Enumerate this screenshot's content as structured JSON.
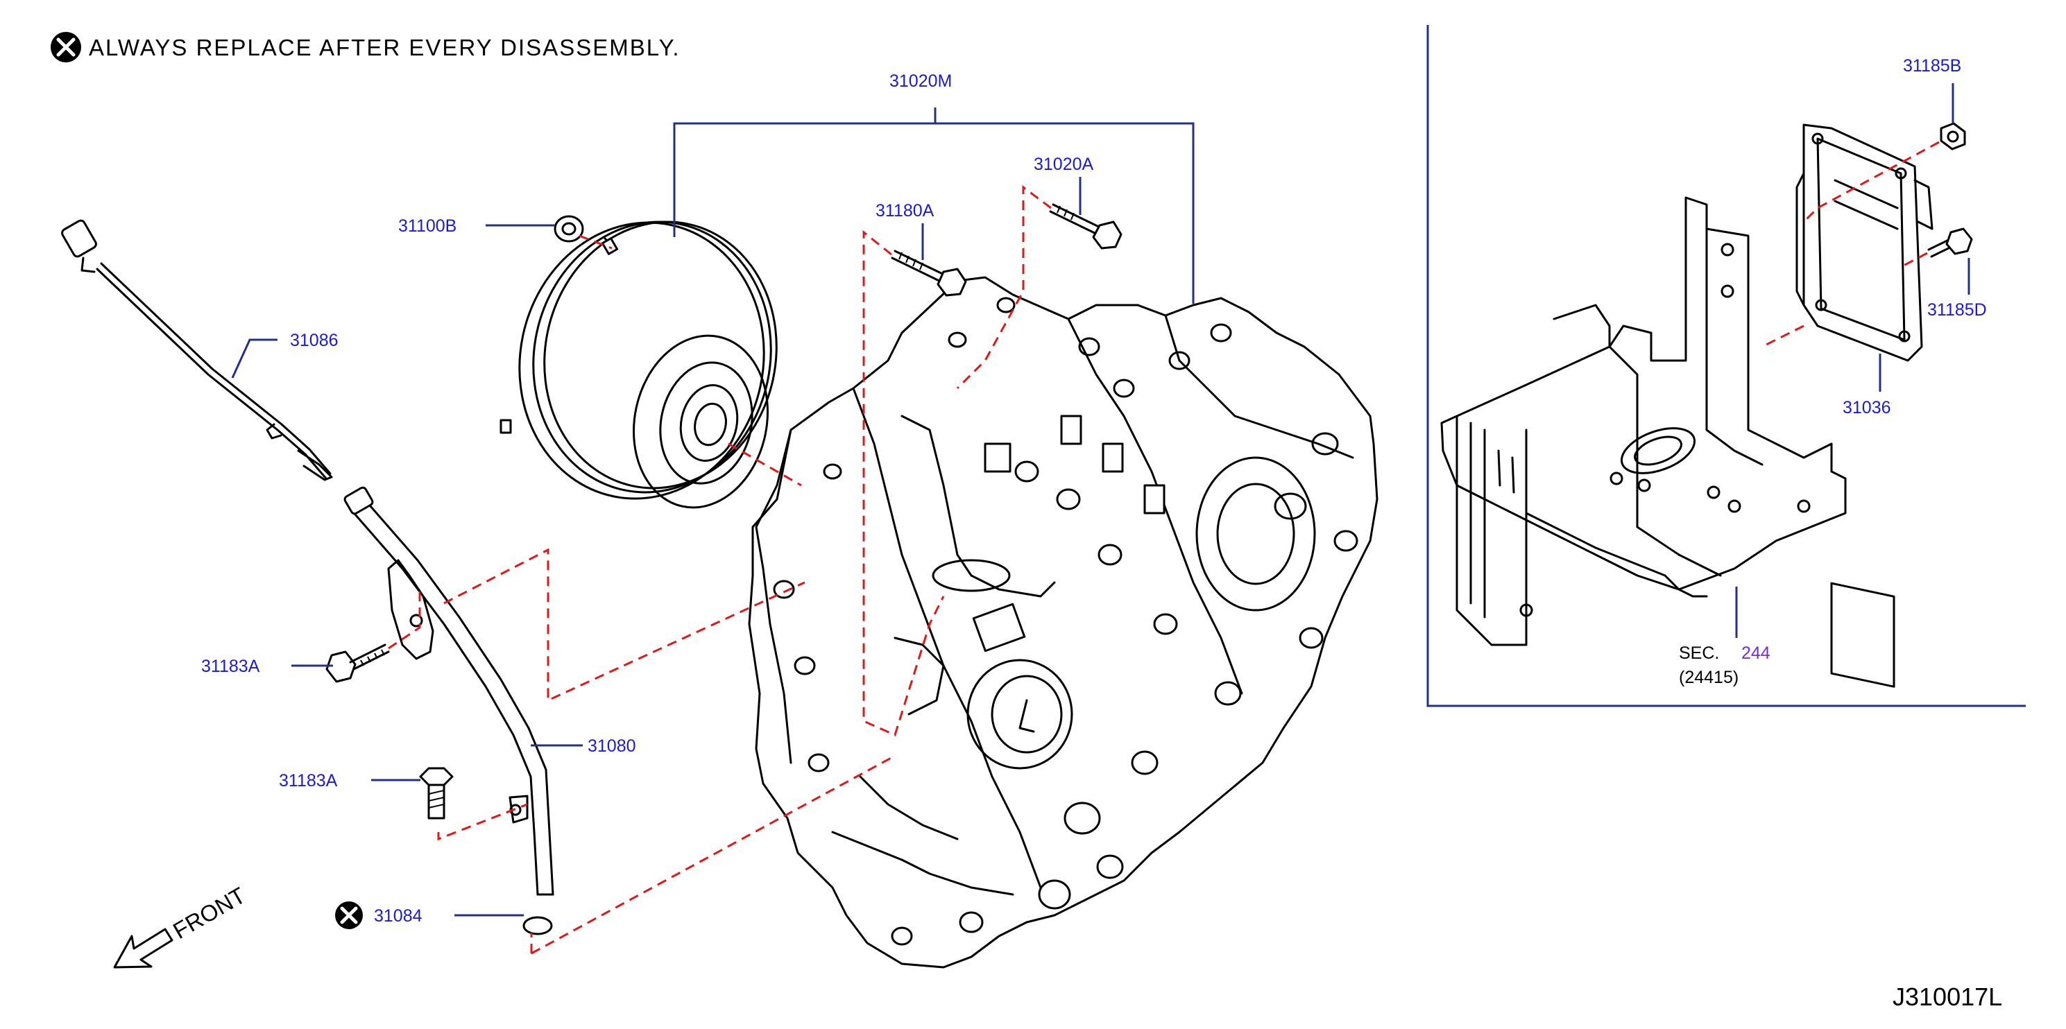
{
  "header": {
    "note": "ALWAYS REPLACE AFTER EVERY DISASSEMBLY."
  },
  "callouts": {
    "torque_converter_assy": "31020M",
    "bolt_a": "31020A",
    "bolt_b": "31180A",
    "cap": "31100B",
    "dipstick": "31086",
    "bracket_bolt_1": "31183A",
    "bracket_bolt_2": "31183A",
    "charging_tube": "31080",
    "o_ring": "31084",
    "nut": "31185B",
    "bolt_d": "31185D",
    "control_unit": "31036"
  },
  "section_ref": {
    "prefix": "SEC.",
    "number": "244",
    "sub": "(24415)"
  },
  "front_label": "FRONT",
  "diagram_code": "J310017L",
  "colors": {
    "callout": "#1a1ad6",
    "leader": "#22308a",
    "dashed": "#e01818",
    "sec_number": "#7a2ad6"
  }
}
